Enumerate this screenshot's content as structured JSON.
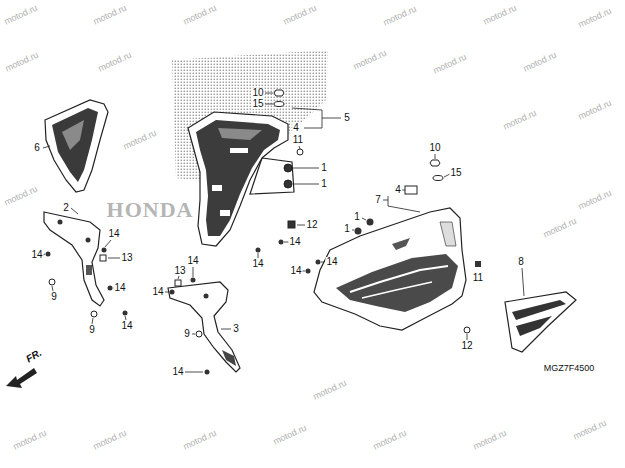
{
  "diagram": {
    "labels": [
      "10",
      "15",
      "5",
      "4",
      "11",
      "1",
      "1",
      "12",
      "6",
      "2",
      "14",
      "14",
      "13",
      "9",
      "14",
      "9",
      "14",
      "14",
      "13",
      "14",
      "3",
      "9",
      "14",
      "14",
      "14",
      "14",
      "14",
      "10",
      "15",
      "7",
      "4",
      "1",
      "1",
      "11",
      "12",
      "8",
      "FR.",
      "MGZ7F4500",
      "HONDA",
      "motod.ru",
      "motod.ru",
      "motod.ru",
      "motod.ru",
      "motod.ru",
      "motod.ru",
      "motod.ru",
      "motod.ru",
      "motod.ru",
      "motod.ru",
      "motod.ru",
      "motod.ru",
      "motod.ru",
      "motod.ru",
      "motod.ru",
      "motod.ru",
      "motod.ru",
      "motod.ru",
      "motod.ru",
      "motod.ru",
      "motod.ru",
      "motod.ru",
      "motod.ru",
      "motod.ru",
      "motod.ru",
      "motod.ru"
    ]
  }
}
